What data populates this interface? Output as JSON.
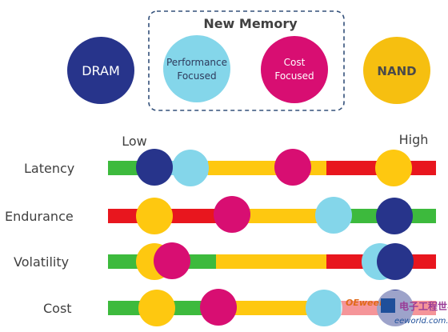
{
  "legend": {
    "group_title": "New Memory",
    "dram": "DRAM",
    "perf_line1": "Performance",
    "perf_line2": "Focused",
    "cost_line1": "Cost",
    "cost_line2": "Focused",
    "nand": "NAND"
  },
  "scale": {
    "low": "Low",
    "high": "High"
  },
  "rows": [
    {
      "label": "Latency"
    },
    {
      "label": "Endurance"
    },
    {
      "label": "Volatility"
    },
    {
      "label": "Cost"
    }
  ],
  "watermark": {
    "brand": "OEweek",
    "site_cn": "电子工程世界",
    "url": "eeworld.com.cn"
  },
  "colors": {
    "green": "#3dba3d",
    "yellow": "#fec810",
    "red": "#e8161e",
    "dram": "#27348b",
    "performance": "#84d6ea",
    "cost": "#d80e72",
    "nand": "#f6bf10"
  }
}
